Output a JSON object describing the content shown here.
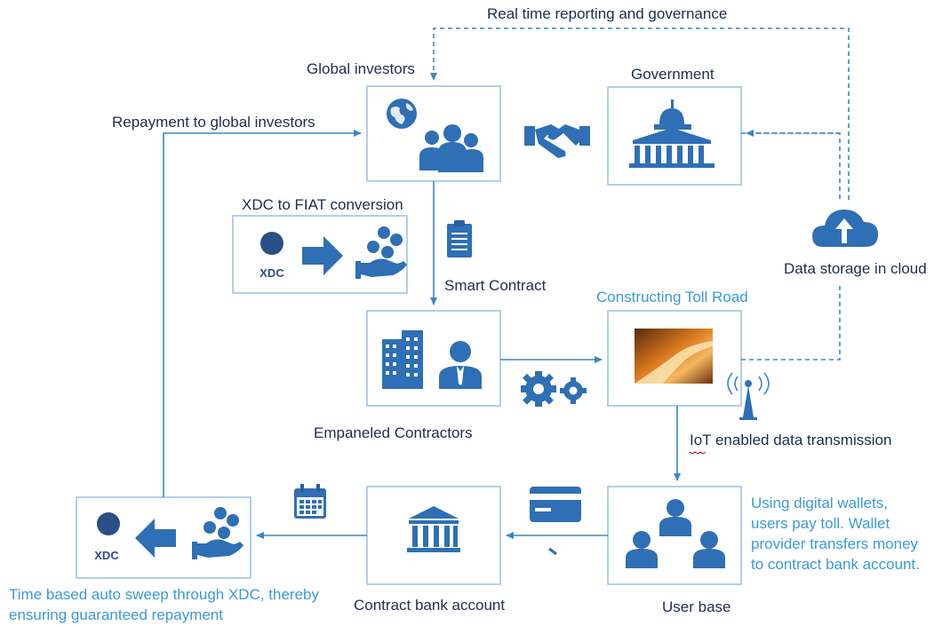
{
  "labels": {
    "realtime": "Real time reporting and governance",
    "global_investors": "Global investors",
    "government": "Government",
    "repayment": "Repayment to global investors",
    "xdc_fiat": "XDC to FIAT conversion",
    "smart_contract": "Smart Contract",
    "constructing": "Constructing Toll Road",
    "data_storage": "Data storage in cloud",
    "empaneled": "Empaneled Contractors",
    "iot": "IoT enabled data transmission",
    "digital_wallets": "Using digital wallets, users pay toll.  Wallet provider transfers money to contract bank account.",
    "time_based": "Time based auto sweep through XDC, thereby ensuring guaranteed repayment",
    "contract_bank": "Contract bank account",
    "user_base": "User base",
    "xdc_logo_1": "XDC",
    "xdc_logo_2": "XDC"
  },
  "icons": {
    "investors": "globe-people-icon",
    "handshake": "handshake-icon",
    "government": "capitol-building-icon",
    "contract": "document-icon",
    "contractors": "buildings-person-icon",
    "gears": "gears-icon",
    "toll_road": "road-image",
    "antenna": "antenna-icon",
    "cloud": "cloud-upload-icon",
    "bank": "bank-icon",
    "card": "credit-card-icon",
    "calendar": "calendar-icon",
    "users": "user-group-icon",
    "money_hand": "money-hand-icon"
  },
  "colors": {
    "accent": "#3a86c8",
    "icon": "#2f6fb5",
    "highlight_text": "#3a9ad9",
    "box_border": "#9fc3e6"
  }
}
